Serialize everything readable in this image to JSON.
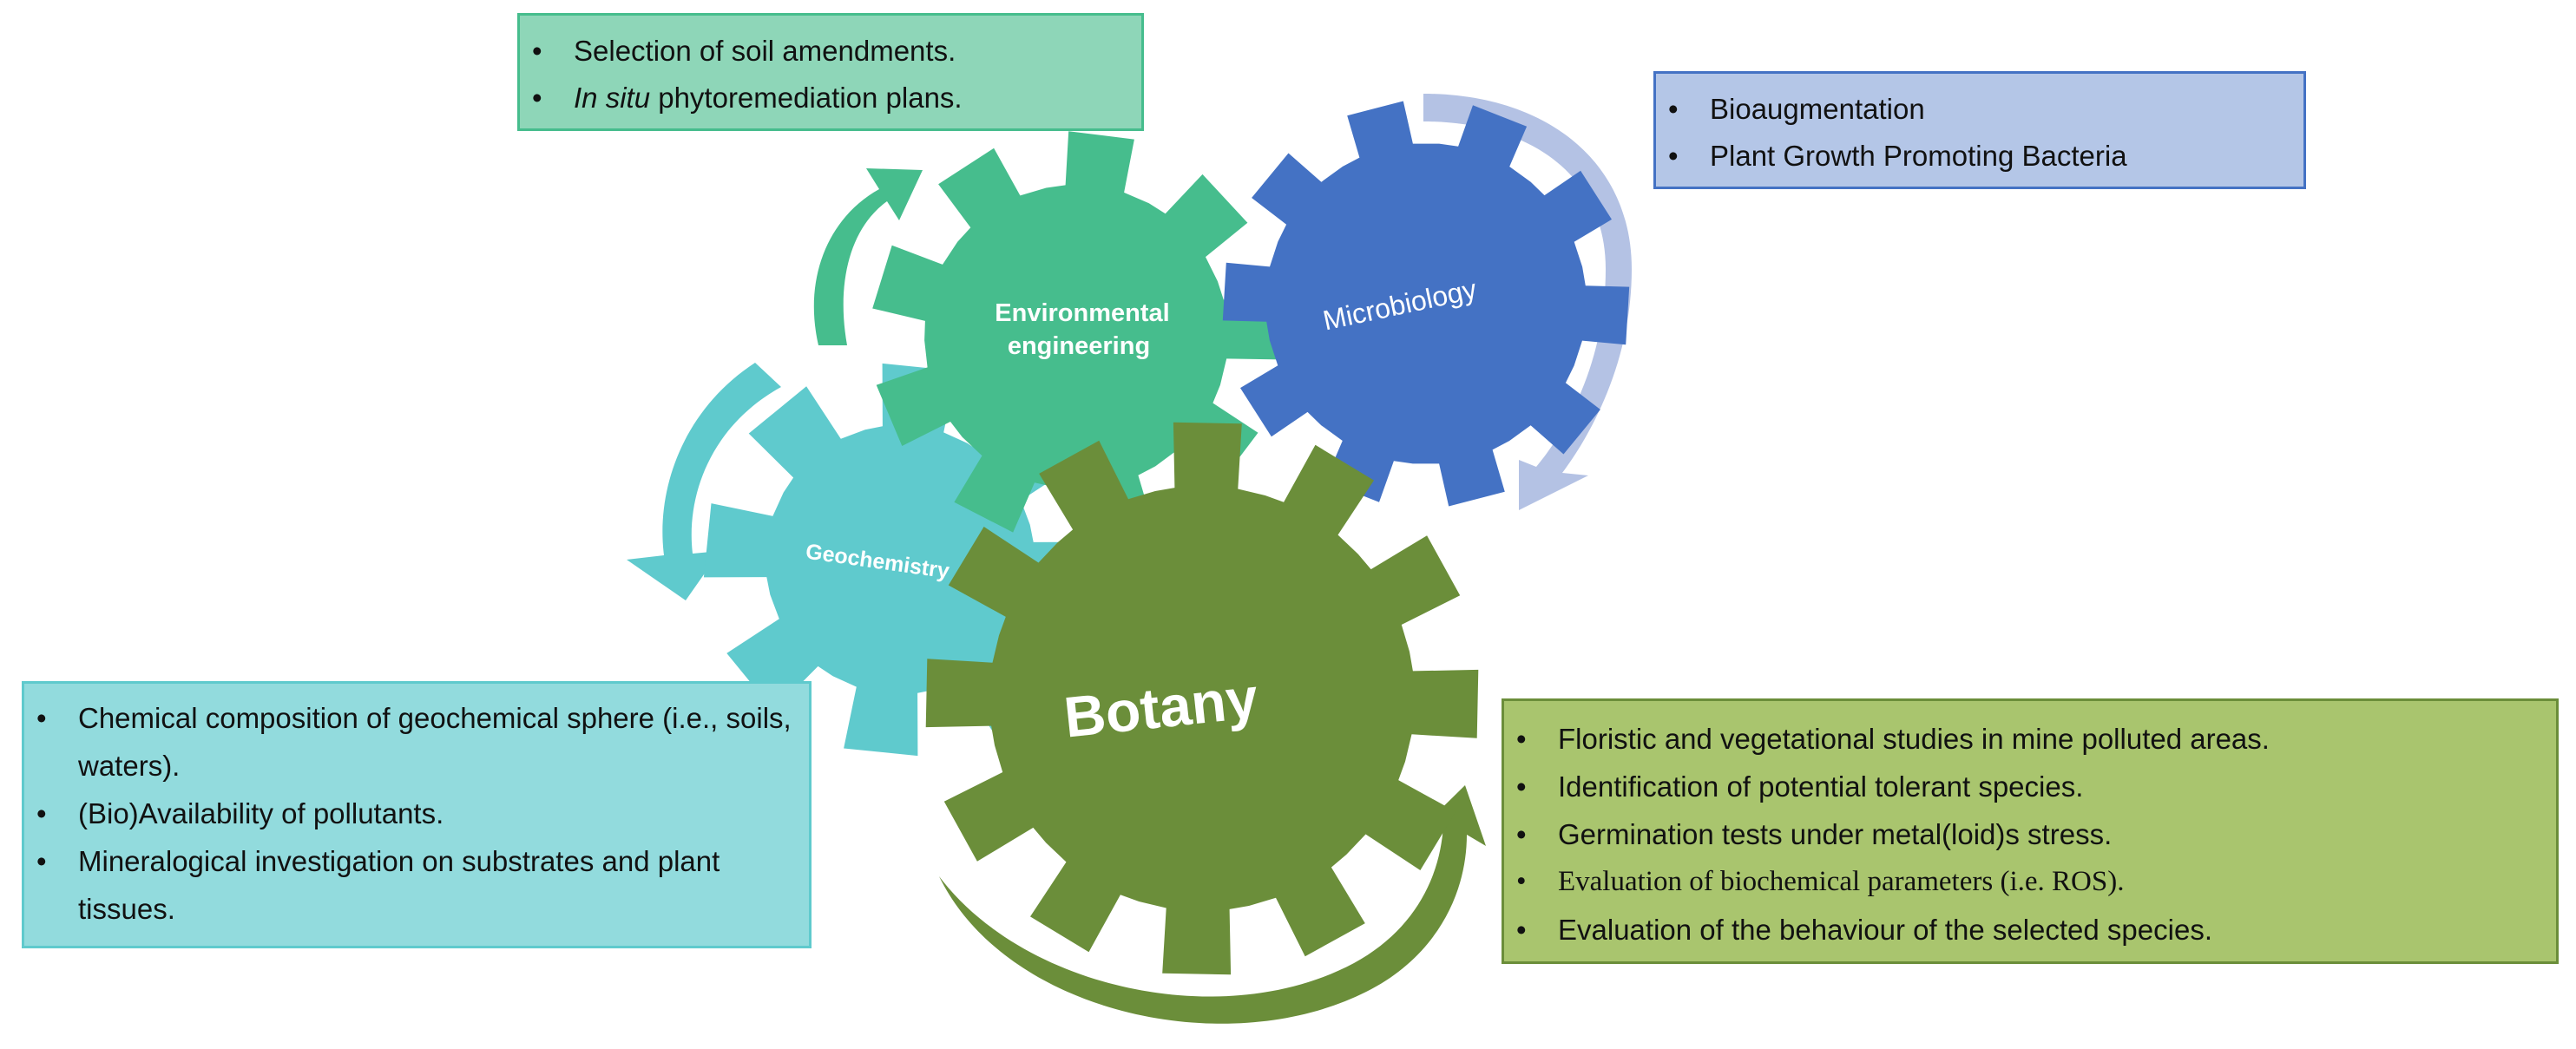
{
  "gears": {
    "environmental_engineering": {
      "label_line1": "Environmental",
      "label_line2": "engineering",
      "color": "#46BD8D"
    },
    "microbiology": {
      "label": "Microbiology",
      "color": "#4472C4"
    },
    "geochemistry": {
      "label": "Geochemistry",
      "color": "#5FCACD"
    },
    "botany": {
      "label": "Botany",
      "color": "#6B8E3A"
    }
  },
  "arrows": {
    "env_arrow_color": "#46BD8D",
    "micro_arrow_color": "#B4C2E4",
    "geo_arrow_color": "#5FCACD",
    "botany_arrow_color": "#6B8E3A"
  },
  "boxes": {
    "environmental": {
      "fill": "#8ED6B8",
      "border": "#46BD8D",
      "items": [
        {
          "text": "Selection of soil amendments."
        },
        {
          "prefix": "In situ",
          "text": " phytoremediation plans."
        }
      ]
    },
    "microbiology": {
      "fill": "#B4C6E7",
      "border": "#4472C4",
      "items": [
        {
          "text": "Bioaugmentation"
        },
        {
          "text": "Plant Growth Promoting Bacteria"
        }
      ]
    },
    "geochemistry": {
      "fill": "#92DBDD",
      "border": "#5FCACD",
      "items": [
        {
          "text": "Chemical composition of geochemical sphere (i.e., soils, waters)."
        },
        {
          "text": "(Bio)Availability of pollutants."
        },
        {
          "text": "Mineralogical investigation on substrates and plant tissues."
        }
      ]
    },
    "botany": {
      "fill": "#A9C56E",
      "border": "#6B8E3A",
      "items": [
        {
          "text": "Floristic and vegetational studies in mine polluted areas."
        },
        {
          "text": "Identification of potential tolerant species."
        },
        {
          "text": "Germination tests under metal(loid)s stress."
        },
        {
          "text": "Evaluation of biochemical parameters (i.e. ROS)."
        },
        {
          "text": "Evaluation of the behaviour of the selected species."
        }
      ]
    }
  }
}
